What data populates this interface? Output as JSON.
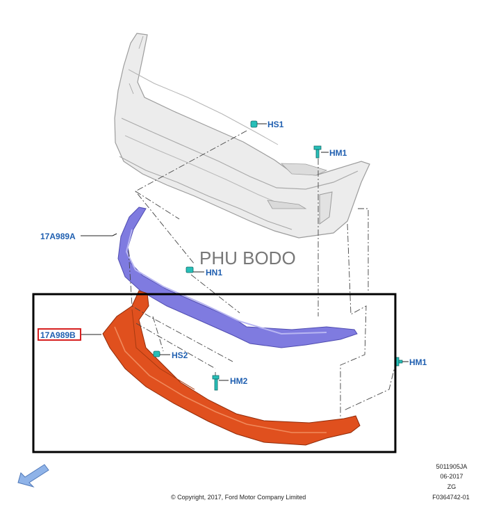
{
  "parts": {
    "hs1": "HS1",
    "hm1_top": "HM1",
    "a989a": "17A989A",
    "hn1": "HN1",
    "a989b": "17A989B",
    "hs2": "HS2",
    "hm2": "HM2",
    "hm1_right": "HM1"
  },
  "watermark": "PHU BODO",
  "footer": {
    "copyright": "© Copyright, 2017, Ford Motor Company Limited",
    "code": "5011905JA",
    "date": "06-2017",
    "region": "ZG",
    "figure": "F0364742-01"
  },
  "colors": {
    "callout_text": "#1f5fb0",
    "highlight_box": "#d62020",
    "bumper": "#e9e9e9",
    "lip_a": "#7f7be0",
    "lip_b": "#e0501e",
    "fastener": "#27bfb8",
    "view_arrow": "#8fb3e8"
  }
}
